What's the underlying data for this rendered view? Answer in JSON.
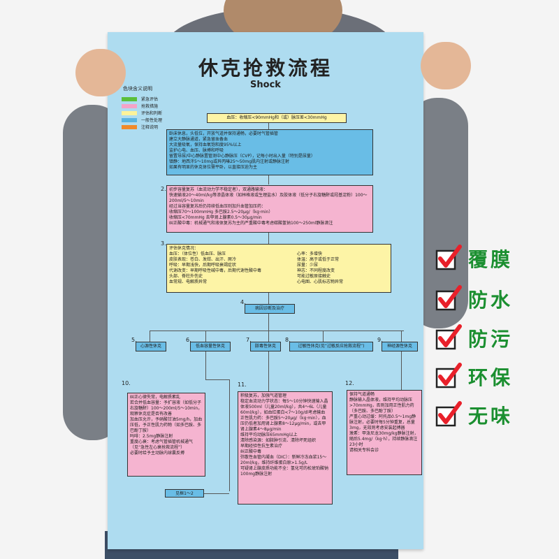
{
  "poster": {
    "title": "休克抢救流程",
    "subtitle": "Shock",
    "legend": {
      "title": "色块含义说明",
      "items": [
        {
          "label": "紧急评估",
          "color": "#5bbf3a"
        },
        {
          "label": "抢救措施",
          "color": "#f5a3c7"
        },
        {
          "label": "评估和判断",
          "color": "#fdf39a"
        },
        {
          "label": "一般性处理",
          "color": "#5ab4e0"
        },
        {
          "label": "注释说明",
          "color": "#f08a2a"
        }
      ]
    },
    "criteria": "血压：收缩压<90mmHg和（或）脉压差<30mmHg",
    "step1": "卧床休息，头低位，开放气道并保持通畅，必要时气管插管\n建立大静脉通道，紧急留血备血\n大流量吸氧，保持血氧饱和度95%以上\n监护心电、血压、脉搏和呼吸\n留置导尿/中心静脉置管测中心静脉压（CVP），记每小时出入量（特别是尿量）\n镇静：地西泮5～10mg或异丙嗪25～50mg肌内注射或静脉注射\n如果有明显的休克体位需平卧，以直接压迫为主",
    "step2_num": "2.",
    "step2": "初步容量复苏（血流动力学不稳定者），双通路输液：\n快速输液20～40ml/kg等渗晶体液（如林格液或生理盐水）及胶体液（低分子右旋糖酐或羟基淀粉）100～200ml/5～10min\n经过当容量复苏后仍持续低血压则加升血管加压药：\n收缩压70～100mmHg  多巴胺2.5～20μg/（kg·min）\n收缩压<70mmHg  去甲肾上腺素0.5～30μg/min\n纠正酸中毒：机械通气和液体复苏为主的严重酸中毒考虑碳酸氢钠100～250ml静脉滴注",
    "step3_num": "3.",
    "step3_left": "评估休克情况：\n血压：（体位性）低血压、脉压\n皮肤表现：苍白、发绀、出汗、厥冷\n呼吸：早期浅快，后期呼吸衰竭症状\n代谢改变：早期呼吸性碱中毒，后期代谢性酸中毒\n头部、脊柱外伤史\n血常规、电解质异常",
    "step3_right": "心率：多增快\n体温：高于或低于正常\n尿量：少尿\n神志：不同程度改变\n可能过敏原接触史\n心电图、心肌标志物异常",
    "step4_num": "4.",
    "step4": "病因诊断及治疗",
    "types": [
      {
        "num": "5.",
        "label": "心源性休克"
      },
      {
        "num": "6.",
        "label": "低血容量性休克"
      },
      {
        "num": "7.",
        "label": "脓毒性休克"
      },
      {
        "num": "8.",
        "label": "过敏性休克(见“过敏反应抢救流程”)"
      },
      {
        "num": "9.",
        "label": "神经源性休克"
      }
    ],
    "step10_num": "10.",
    "step10": "纠正心律失常，电解质紊乱\n若合并低血容量：予扩容液（如低分子右旋糖酐）100～200ml/5～10min，观察休克症是否有改善\n加血压允许，予硝酸甘油5mg/h，加血压低，予正性肌力药物（如多巴胺、多巴酚丁胺）\n吗啡：2.5mg静脉注射\n重度心衰：考虑气管插管机械通气（见“急性左心衰抢救流程”）\n必要时给予主动脉内球囊反搏",
    "step11_num": "11.",
    "step11": "积极复苏，加强气道管理\n稳定血流动力学状态：每5～10分钟快速输入晶体液500ml（儿童20ml/kg），共4～6L（儿童60ml/kg），如血红蛋白<7～10g/dl考虑输血\n正性肌力药：多巴胺5～20μg/（kg·min），血压仍低者加用肾上腺素8～12μg/min，或去甲肾上腺素4～8μg/min\n维持平均动脉压65mmHg以上\n清除感染源：如脓肿引流、清除坏死组织\n早期经验性抗生素治疗\n纠正酸中毒\n弥散性血管内凝血（DIC）：新鲜冷冻血浆15～20ml/kg，维持纤维蛋白原>1.5g/L\n可疑肾上腺皮质功能不全：氢化可的松琥珀酸钠100mg静脉注射",
    "step12_num": "12.",
    "step12": "保持气道通畅\n静脉输入晶体液，维持平均动脉压>70mmHg，否则加用正性肌力药（多巴胺、多巴酚丁胺）\n严重心动过缓：阿托品0.5～1mg静脉注射，必要时每5分钟重复，总量3mg，无效则考虑安装起搏器\n激素：甲泼尼龙30mg/kg静脉注射，随后5.4mg/（kg·h），持续静脉滴注23小时\n请相关专科会诊",
    "see_also": "见框1～2"
  },
  "badges": [
    {
      "label": "覆膜",
      "icon": "checkbox-check-icon"
    },
    {
      "label": "防水",
      "icon": "checkbox-check-icon"
    },
    {
      "label": "防污",
      "icon": "checkbox-check-icon"
    },
    {
      "label": "环保",
      "icon": "checkbox-check-icon"
    },
    {
      "label": "无味",
      "icon": "checkbox-check-icon"
    }
  ],
  "colors": {
    "poster_bg": "#aedcf0",
    "badge_green": "#1b8f30",
    "check_red": "#e8202a"
  }
}
